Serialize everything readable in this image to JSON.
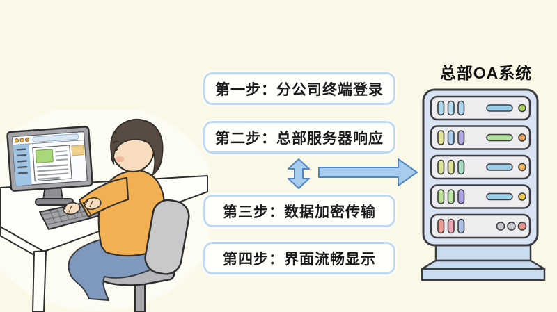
{
  "page": {
    "background": "#FAF9E7"
  },
  "palette": {
    "page-bg": "#FAF9E7",
    "ink": "#2E2E2E",
    "box-bg": "#FFFFFC",
    "box-border": "#BFDAF0",
    "step-text": "#1B1B1B",
    "title-text": "#111111",
    "arrow-fill": "#A8CCEE",
    "arrow-stroke": "#5187BE",
    "sweater": "#F3B052",
    "jeans": "#7E98BE",
    "hair": "#584B41",
    "skin": "#F8DCBE",
    "blush": "#F2AE92",
    "chair": "#C9C9CB",
    "chair-seat": "#B7B7BB",
    "chair-pole": "#A9A9AD",
    "desk": "#FEFEFB",
    "monitor-frame": "#A5A5A9",
    "screen-bg": "#FBFCFD",
    "screen-sidebar": "#9FC4E4",
    "screen-green": "#A9D87A",
    "screen-yellow": "#EFD18C",
    "keyboard": "#A2A3A7",
    "server-cabinet": "#D8E3F3",
    "server-unit": "#EDEDEF",
    "server-base": "#C9DCF0",
    "server-outline": "#3C3C40"
  },
  "steps": {
    "items": [
      {
        "label": "第一步：分公司终端登录"
      },
      {
        "label": "第二步：总部服务器响应"
      },
      {
        "label": "第三步：数据加密传输"
      },
      {
        "label": "第四步：界面流畅显示"
      }
    ]
  },
  "arrows": {
    "icons": [
      {
        "name": "vertical-double-arrow"
      },
      {
        "name": "right-arrow"
      }
    ]
  },
  "server": {
    "title": "总部OA系统",
    "racks": [
      {
        "slots": [
          "#AFD9EA",
          "#B5DCEA",
          "#A9D6EE"
        ],
        "bar": "#9CCFEA",
        "led": "#A9D55E"
      },
      {
        "slots": [
          "#E3E494",
          "#ACCBEC",
          "#B4A7E8"
        ],
        "bar": "#B2DF9C",
        "led": "#E8A262"
      },
      {
        "slots": [
          "#DDE29A",
          "#E0E29A",
          "#A5DFC2"
        ],
        "bar": "#9CCFEA",
        "led": "#EBB45C"
      },
      {
        "slots": [
          "#BEE09A",
          "#C0E6A6",
          "#ACA4E6"
        ],
        "bar": "#9CCFEA",
        "led": "#EFC94C"
      },
      {
        "slots": [
          "#EE9B94",
          "#EFA8B5",
          "#ABC3EA"
        ],
        "dots": [
          "#C9C9D2",
          "#C9C9D2",
          "#E4938D"
        ]
      }
    ]
  },
  "illustration": {
    "description": "hand-drawn person in yellow sweater typing on a desktop computer at a white desk, sitting on a gray office chair"
  }
}
